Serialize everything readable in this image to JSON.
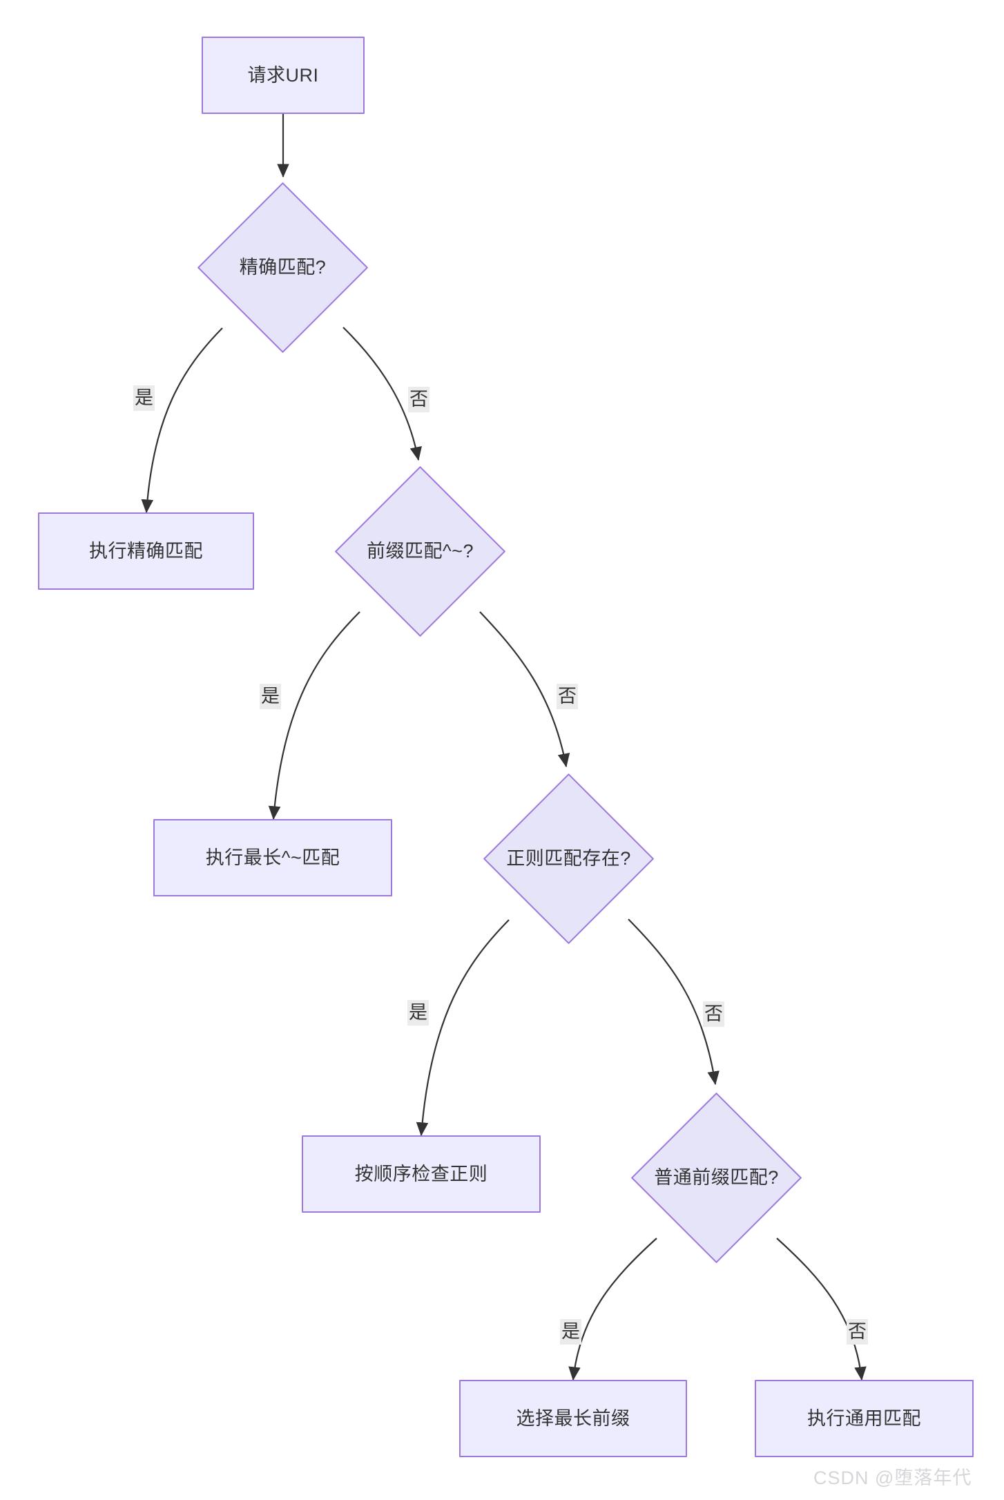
{
  "diagram": {
    "type": "flowchart",
    "title": "",
    "theme": {
      "node_fill": "#ececfe",
      "node_stroke": "#9d79dd",
      "diamond_fill": "#e6e4f8",
      "text_color": "#333333",
      "edge_color": "#333333",
      "edge_label_bg": "#ebebeb",
      "background": "#ffffff"
    },
    "nodes": [
      {
        "id": "n1",
        "shape": "rect",
        "label": "请求URI"
      },
      {
        "id": "n2",
        "shape": "diamond",
        "label": "精确匹配?"
      },
      {
        "id": "n3",
        "shape": "rect",
        "label": "执行精确匹配"
      },
      {
        "id": "n4",
        "shape": "diamond",
        "label": "前缀匹配^~?"
      },
      {
        "id": "n5",
        "shape": "rect",
        "label": "执行最长^~匹配"
      },
      {
        "id": "n6",
        "shape": "diamond",
        "label": "正则匹配存在?"
      },
      {
        "id": "n7",
        "shape": "rect",
        "label": "按顺序检查正则"
      },
      {
        "id": "n8",
        "shape": "diamond",
        "label": "普通前缀匹配?"
      },
      {
        "id": "n9",
        "shape": "rect",
        "label": "选择最长前缀"
      },
      {
        "id": "n10",
        "shape": "rect",
        "label": "执行通用匹配"
      }
    ],
    "edges": [
      {
        "from": "n1",
        "to": "n2",
        "label": ""
      },
      {
        "from": "n2",
        "to": "n3",
        "label": "是"
      },
      {
        "from": "n2",
        "to": "n4",
        "label": "否"
      },
      {
        "from": "n4",
        "to": "n5",
        "label": "是"
      },
      {
        "from": "n4",
        "to": "n6",
        "label": "否"
      },
      {
        "from": "n6",
        "to": "n7",
        "label": "是"
      },
      {
        "from": "n6",
        "to": "n8",
        "label": "否"
      },
      {
        "from": "n8",
        "to": "n9",
        "label": "是"
      },
      {
        "from": "n8",
        "to": "n10",
        "label": "否"
      }
    ]
  },
  "watermark": {
    "text": "CSDN @堕落年代"
  }
}
